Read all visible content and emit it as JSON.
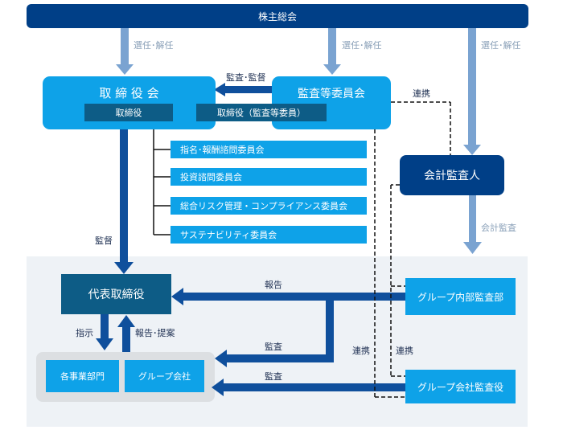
{
  "nodes": {
    "shareholders_meeting": "株主総会",
    "board_of_directors": "取 締 役 会",
    "directors": "取締役",
    "audit_committee": "監査等委員会",
    "audit_committee_directors": "取締役（監査等委員）",
    "accounting_auditor": "会計監査人",
    "advisory_committees": [
      "指名･報酬諮問委員会",
      "投資諮問委員会",
      "総合リスク管理・コンプライアンス委員会",
      "サステナビリティ委員会"
    ],
    "representative_director": "代表取締役",
    "business_divisions": "各事業部門",
    "group_companies": "グループ会社",
    "group_internal_audit": "グループ内部監査部",
    "group_company_audit": "グループ会社監査役"
  },
  "labels": {
    "appoint_dismiss_1": "選任･解任",
    "appoint_dismiss_2": "選任･解任",
    "appoint_dismiss_3": "選任･解任",
    "audit_supervise": "監査･監督",
    "cooperation_top": "連携",
    "supervise": "監督",
    "accounting_audit": "会計監査",
    "report": "報告",
    "audit_mid": "監査",
    "audit_bottom": "監査",
    "instruct": "指示",
    "report_propose": "報告･提案",
    "cooperation_left": "連携",
    "cooperation_right": "連携"
  },
  "colors": {
    "navy": "#003F87",
    "sky": "#0EA2E8",
    "dark_teal": "#0D5C86",
    "arrow_dark": "#0F4F9C",
    "arrow_light": "#7AA3D1",
    "panel": "#EEF2F6",
    "subpanel": "#DCDFE2"
  }
}
